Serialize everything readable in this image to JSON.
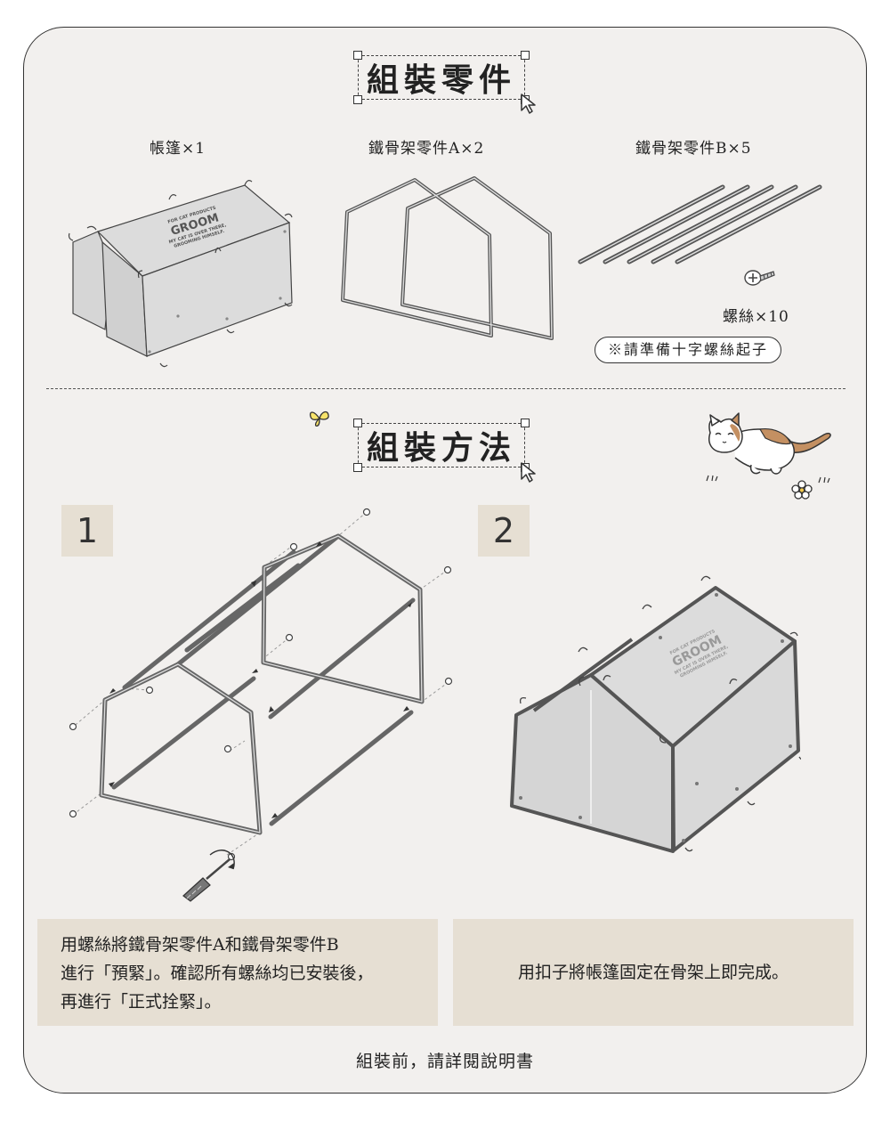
{
  "parts_section": {
    "title": "組裝零件"
  },
  "parts": {
    "tent_label": "帳篷×1",
    "frame_a_label": "鐵骨架零件A×2",
    "frame_b_label": "鐵骨架零件B×5",
    "screw_label": "螺絲×10",
    "tool_note": "※請準備十字螺絲起子"
  },
  "print": {
    "line1": "FOR CAT PRODUCTS",
    "brand": "GROOM",
    "line2": "MY CAT IS OVER THERE,",
    "line3": "GROOMING HIMSELF."
  },
  "method_section": {
    "title": "組裝方法"
  },
  "steps": [
    {
      "number": "1",
      "text_lines": [
        "用螺絲將鐵骨架零件A和鐵骨架零件B",
        "進行「預緊」。確認所有螺絲均已安裝後，",
        "再進行「正式拴緊」。"
      ]
    },
    {
      "number": "2",
      "text": "用扣子將帳篷固定在骨架上即完成。"
    }
  ],
  "footer": "組裝前，請詳閱說明書",
  "icons": [
    "cursor-icon",
    "butterfly-icon",
    "cat-icon",
    "flower-icon",
    "screw-icon",
    "screwdriver-icon",
    "rotate-arrow-icon"
  ],
  "colors": {
    "background": "#f2f0ee",
    "panel": "#e6dfd3",
    "frame": "#666666",
    "tent": "#d9d9d9",
    "line": "#333333"
  }
}
